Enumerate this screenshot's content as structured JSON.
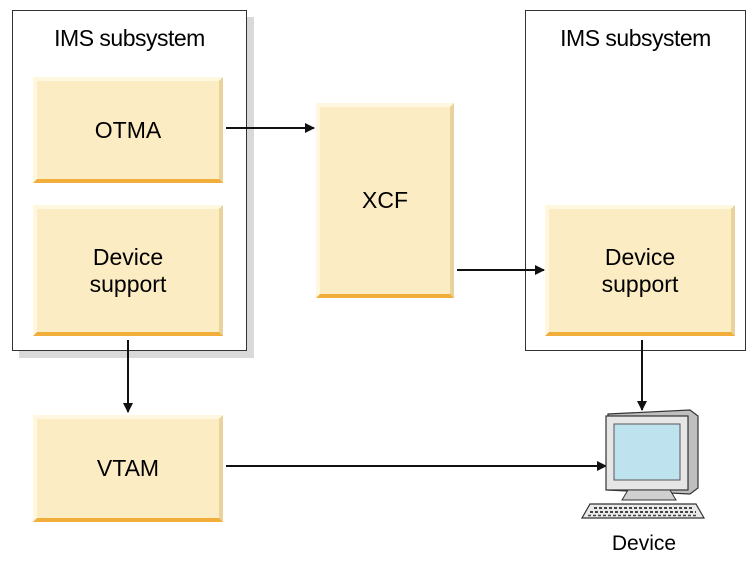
{
  "left_subsystem": {
    "title": "IMS subsystem"
  },
  "right_subsystem": {
    "title": "IMS subsystem"
  },
  "otma": {
    "label": "OTMA"
  },
  "device_support_left": {
    "line1": "Device",
    "line2": "support"
  },
  "xcf": {
    "label": "XCF"
  },
  "device_support_right": {
    "line1": "Device",
    "line2": "support"
  },
  "vtam": {
    "label": "VTAM"
  },
  "device": {
    "label": "Device",
    "icon": "computer-terminal-icon"
  },
  "colors": {
    "box_fill": "#fcecc3",
    "box_accent": "#f1ae3b",
    "outline": "#333333"
  }
}
